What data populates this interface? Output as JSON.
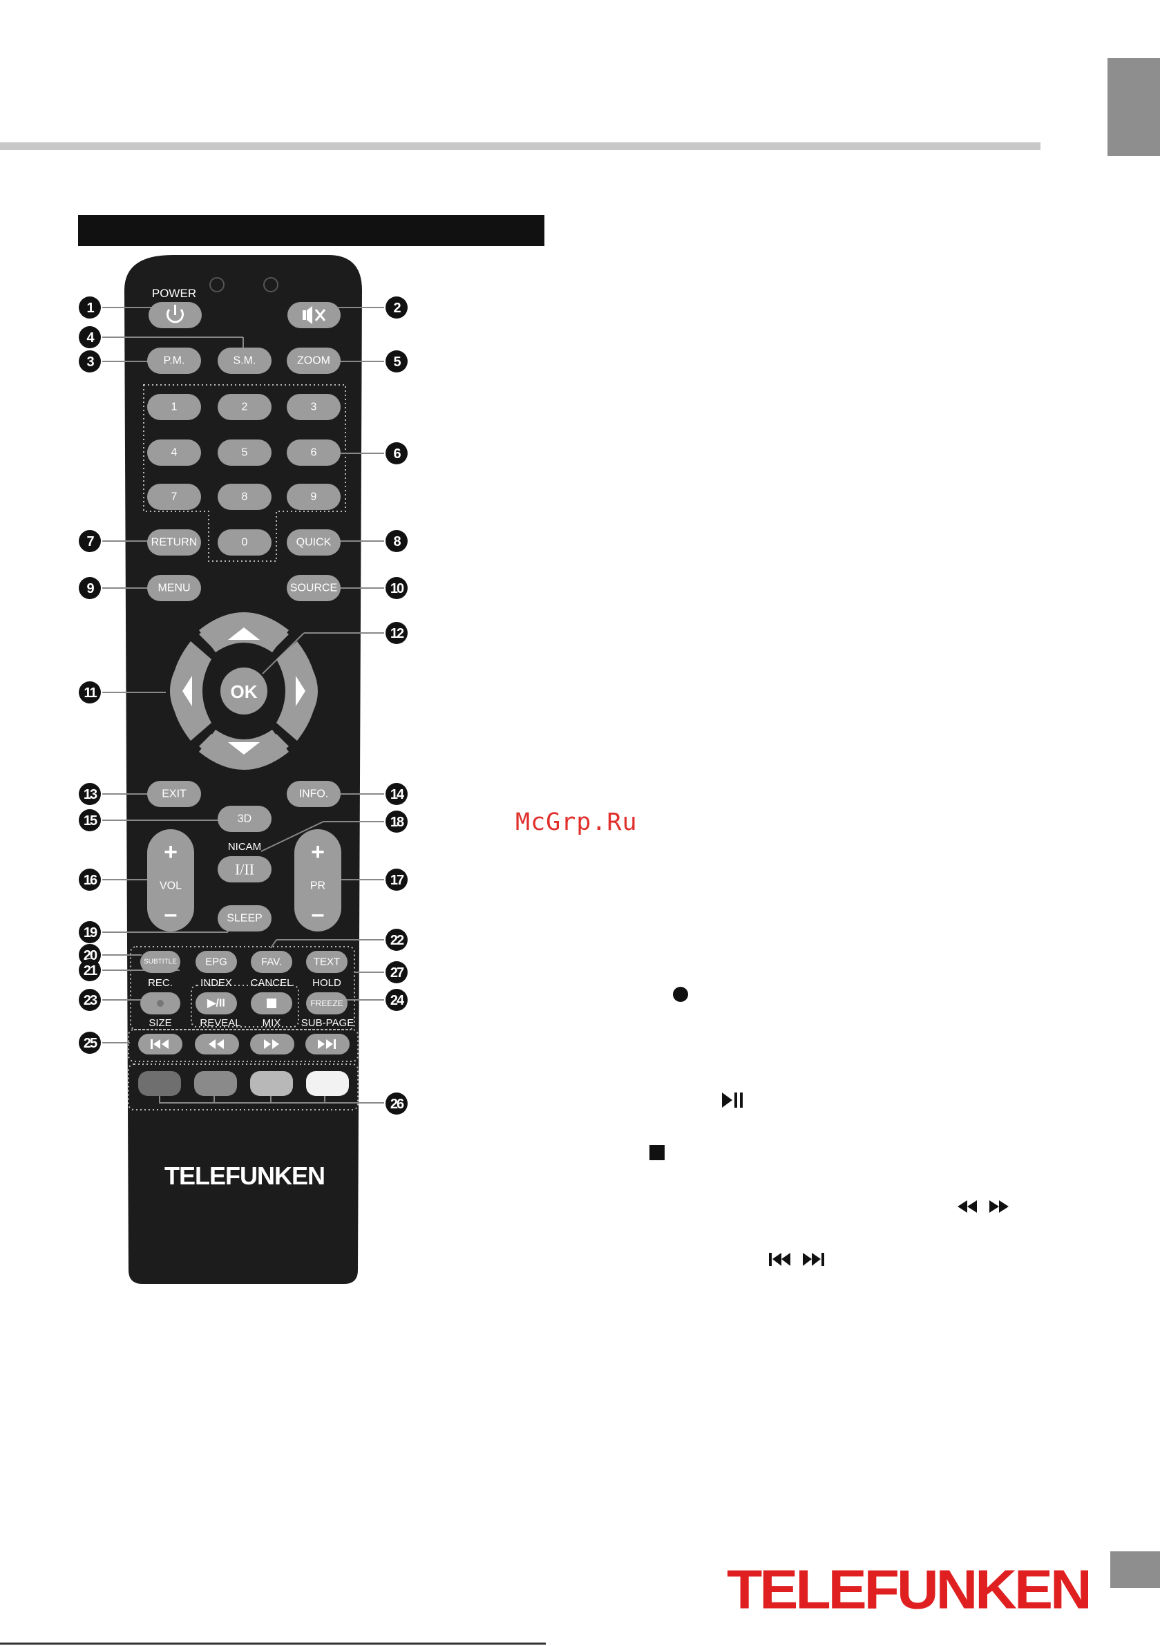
{
  "brand": {
    "remote_logo": "TELEFUNKEN",
    "page_logo": "TELEFUNKEN",
    "watermark": "McGrp.Ru"
  },
  "remote": {
    "labels": {
      "power": "POWER",
      "pm": "P.M.",
      "sm": "S.M.",
      "zoom": "ZOOM",
      "digits": [
        "1",
        "2",
        "3",
        "4",
        "5",
        "6",
        "7",
        "8",
        "9",
        "0"
      ],
      "return": "RETURN",
      "quick": "QUICK",
      "menu": "MENU",
      "source": "SOURCE",
      "ok": "OK",
      "exit": "EXIT",
      "info": "INFO.",
      "three_d": "3D",
      "nicam": "NICAM",
      "nicam_key": "I/II",
      "vol": "VOL",
      "pr": "PR",
      "plus": "+",
      "minus": "–",
      "sleep": "SLEEP",
      "subtitle": "SUBTITLE",
      "epg": "EPG",
      "fav": "FAV.",
      "text": "TEXT",
      "rec": "REC.",
      "index": "INDEX",
      "cancel": "CANCEL",
      "hold": "HOLD",
      "size": "SIZE",
      "reveal": "REVEAL",
      "mix": "MIX",
      "sub_page": "SUB-PAGE",
      "freeze": "FREEZE",
      "play_pause": "▶/II"
    },
    "callouts": [
      "1",
      "2",
      "3",
      "4",
      "5",
      "6",
      "7",
      "8",
      "9",
      "10",
      "11",
      "12",
      "13",
      "14",
      "15",
      "16",
      "17",
      "18",
      "19",
      "20",
      "21",
      "22",
      "23",
      "24",
      "25",
      "26",
      "27"
    ],
    "color_keys": [
      "#6f6f6f",
      "#8a8a8a",
      "#b8b8b8",
      "#f2f2f2"
    ]
  },
  "colors": {
    "remote_body": "#1c1c1c",
    "key": "#9c9c9c",
    "callout": "#111111",
    "logo_red": "#e02020"
  }
}
